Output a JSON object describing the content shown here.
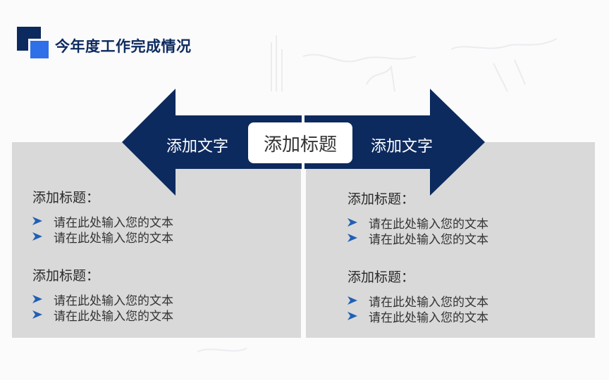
{
  "slide": {
    "title": "今年度工作完成情况"
  },
  "colors": {
    "navy": "#0d2a5e",
    "accent_blue": "#2f6fe8",
    "panel_gray": "#d9d9d9",
    "bullet_blue": "#1f5fb5"
  },
  "arrows": {
    "left_label": "添加文字",
    "right_label": "添加文字",
    "center_title": "添加标题"
  },
  "left_panel": {
    "sections": [
      {
        "title": "添加标题：",
        "bullets": [
          "请在此处输入您的文本",
          "请在此处输入您的文本"
        ]
      },
      {
        "title": "添加标题：",
        "bullets": [
          "请在此处输入您的文本",
          "请在此处输入您的文本"
        ]
      }
    ]
  },
  "right_panel": {
    "sections": [
      {
        "title": "添加标题：",
        "bullets": [
          "请在此处输入您的文本",
          "请在此处输入您的文本"
        ]
      },
      {
        "title": "添加标题：",
        "bullets": [
          "请在此处输入您的文本",
          "请在此处输入您的文本"
        ]
      }
    ]
  },
  "icons": {
    "bullet": "arrowhead-bullet-icon",
    "logo": "square-logo-icon"
  }
}
